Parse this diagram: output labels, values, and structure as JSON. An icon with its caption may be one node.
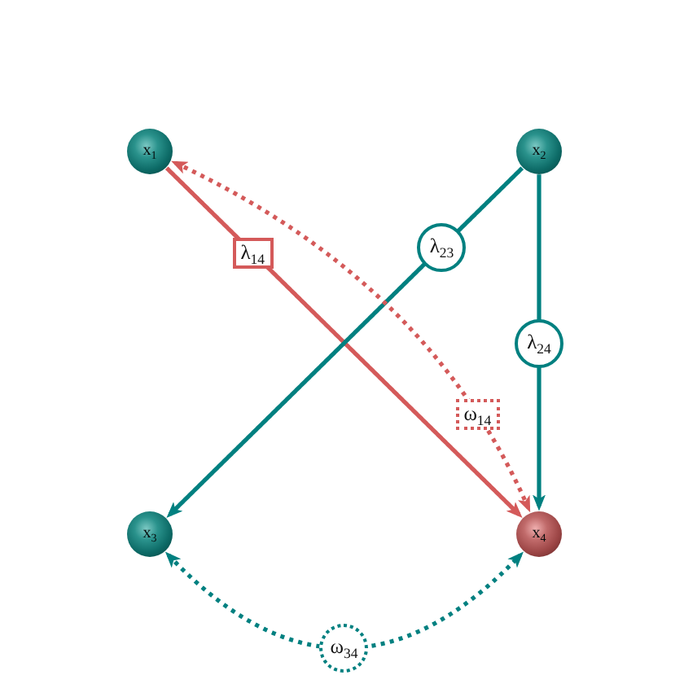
{
  "diagram": {
    "nodes": [
      {
        "text": [
          "x$_{1}$"
        ]
      },
      {
        "text": [
          "x$_{2}$"
        ]
      },
      {
        "text": [
          "x$_{3}$"
        ]
      },
      {
        "text": [
          "x$_{4}$"
        ]
      }
    ],
    "edges": [
      {
        "from": 0,
        "to": 3,
        "arrow": "to",
        "label": "λ$_{14}$",
        "color": "#d45a5a"
      },
      {
        "from": 1,
        "to": 2,
        "arrow": "to",
        "label": "λ$_{23}$"
      },
      {
        "from": 1,
        "to": 3,
        "arrow": "to",
        "label": "λ$_{24}$"
      },
      {
        "from": 0,
        "to": 3,
        "arrow": "both",
        "label": "ω$_{14}$",
        "style": "dashed",
        "color": "#d45a5a"
      },
      {
        "from": 2,
        "to": 3,
        "arrow": "both",
        "label": "ω$_{34}$",
        "style": "dashed"
      }
    ]
  }
}
